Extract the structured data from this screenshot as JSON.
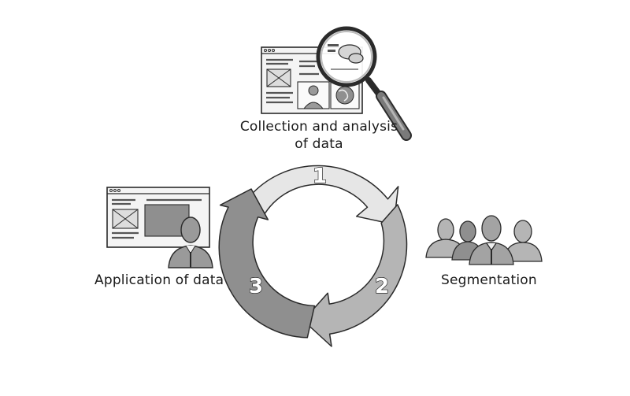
{
  "labels": {
    "collection_line1": "Collection and analysis",
    "collection_line2": "of data",
    "segmentation": "Segmentation",
    "application": "Application of data"
  },
  "steps": [
    "1",
    "2",
    "3"
  ],
  "colors": {
    "arrow_1": "#e6e6e6",
    "arrow_2": "#b5b5b5",
    "arrow_3": "#8f8f8f",
    "outline": "#2a2a2a",
    "people": "#9a9a9a",
    "monitor_fill": "#f2f2f2"
  },
  "icons": [
    "browser-window-icon",
    "magnifier-icon",
    "person-icon",
    "people-group-icon"
  ]
}
